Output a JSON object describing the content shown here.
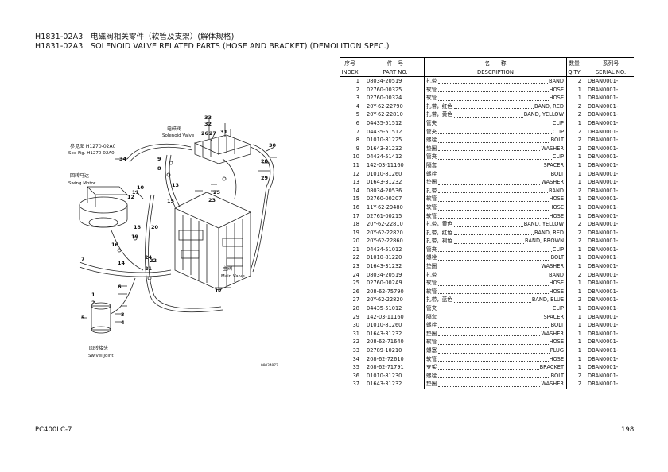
{
  "header": {
    "line1": "H1831-02A3　电磁阀相关零件（软管及支架）(解体规格)",
    "line2": "H1831-02A3　SOLENOID VALVE RELATED PARTS (HOSE AND BRACKET) (DEMOLITION SPEC.)"
  },
  "table": {
    "headers_cn": [
      "序号",
      "件　号",
      "名　　称",
      "数量",
      "系列号"
    ],
    "headers_en": [
      "INDEX",
      "PART NO.",
      "DESCRIPTION",
      "Q'TY",
      "SERIAL NO."
    ],
    "rows": [
      {
        "index": "1",
        "part": "08034-20519",
        "cn": "扎带",
        "en": "BAND",
        "qty": "2",
        "serial": "DBAN0001-"
      },
      {
        "index": "2",
        "part": "02760-00325",
        "cn": "软管",
        "en": "HOSE",
        "qty": "1",
        "serial": "DBAN0001-"
      },
      {
        "index": "3",
        "part": "02760-00324",
        "cn": "软管",
        "en": "HOSE",
        "qty": "1",
        "serial": "DBAN0001-"
      },
      {
        "index": "4",
        "part": "20Y-62-22790",
        "cn": "扎带，红色",
        "en": "BAND, RED",
        "qty": "2",
        "serial": "DBAN0001-"
      },
      {
        "index": "5",
        "part": "20Y-62-22810",
        "cn": "扎带，黄色",
        "en": "BAND, YELLOW",
        "qty": "2",
        "serial": "DBAN0001-"
      },
      {
        "index": "6",
        "part": "04435-51512",
        "cn": "管夹",
        "en": "CLIP",
        "qty": "1",
        "serial": "DBAN0001-"
      },
      {
        "index": "7",
        "part": "04435-51512",
        "cn": "管夹",
        "en": "CLIP",
        "qty": "2",
        "serial": "DBAN0001-"
      },
      {
        "index": "8",
        "part": "01010-81225",
        "cn": "螺栓",
        "en": "BOLT",
        "qty": "2",
        "serial": "DBAN0001-"
      },
      {
        "index": "9",
        "part": "01643-31232",
        "cn": "垫圈",
        "en": "WASHER",
        "qty": "2",
        "serial": "DBAN0001-"
      },
      {
        "index": "10",
        "part": "04434-51412",
        "cn": "管夹",
        "en": "CLIP",
        "qty": "1",
        "serial": "DBAN0001-"
      },
      {
        "index": "11",
        "part": "142-03-11160",
        "cn": "隔套",
        "en": "SPACER",
        "qty": "1",
        "serial": "DBAN0001-"
      },
      {
        "index": "12",
        "part": "01010-81260",
        "cn": "螺栓",
        "en": "BOLT",
        "qty": "1",
        "serial": "DBAN0001-"
      },
      {
        "index": "13",
        "part": "01643-31232",
        "cn": "垫圈",
        "en": "WASHER",
        "qty": "1",
        "serial": "DBAN0001-"
      },
      {
        "index": "14",
        "part": "08034-20536",
        "cn": "扎带",
        "en": "BAND",
        "qty": "2",
        "serial": "DBAN0001-"
      },
      {
        "index": "15",
        "part": "02760-00207",
        "cn": "软管",
        "en": "HOSE",
        "qty": "1",
        "serial": "DBAN0001-"
      },
      {
        "index": "16",
        "part": "11Y-62-29480",
        "cn": "软管",
        "en": "HOSE",
        "qty": "1",
        "serial": "DBAN0001-"
      },
      {
        "index": "17",
        "part": "02761-00215",
        "cn": "软管",
        "en": "HOSE",
        "qty": "1",
        "serial": "DBAN0001-"
      },
      {
        "index": "18",
        "part": "20Y-62-22810",
        "cn": "扎带，黄色",
        "en": "BAND, YELLOW",
        "qty": "2",
        "serial": "DBAN0001-"
      },
      {
        "index": "19",
        "part": "20Y-62-22820",
        "cn": "扎带，红色",
        "en": "BAND, RED",
        "qty": "2",
        "serial": "DBAN0001-"
      },
      {
        "index": "20",
        "part": "20Y-62-22860",
        "cn": "扎带，褐色",
        "en": "BAND, BROWN",
        "qty": "2",
        "serial": "DBAN0001-"
      },
      {
        "index": "21",
        "part": "04434-51012",
        "cn": "管夹",
        "en": "CLIP",
        "qty": "1",
        "serial": "DBAN0001-"
      },
      {
        "index": "22",
        "part": "01010-81220",
        "cn": "螺栓",
        "en": "BOLT",
        "qty": "1",
        "serial": "DBAN0001-"
      },
      {
        "index": "23",
        "part": "01643-31232",
        "cn": "垫圈",
        "en": "WASHER",
        "qty": "1",
        "serial": "DBAN0001-"
      },
      {
        "index": "24",
        "part": "08034-20519",
        "cn": "扎带",
        "en": "BAND",
        "qty": "2",
        "serial": "DBAN0001-"
      },
      {
        "index": "25",
        "part": "02760-002A9",
        "cn": "软管",
        "en": "HOSE",
        "qty": "1",
        "serial": "DBAN0001-"
      },
      {
        "index": "26",
        "part": "208-62-75790",
        "cn": "软管",
        "en": "HOSE",
        "qty": "1",
        "serial": "DBAN0001-"
      },
      {
        "index": "27",
        "part": "20Y-62-22820",
        "cn": "扎带，蓝色",
        "en": "BAND, BLUE",
        "qty": "2",
        "serial": "DBAN0001-"
      },
      {
        "index": "28",
        "part": "04435-51012",
        "cn": "管夹",
        "en": "CLIP",
        "qty": "1",
        "serial": "DBAN0001-"
      },
      {
        "index": "29",
        "part": "142-03-11160",
        "cn": "隔套",
        "en": "SPACER",
        "qty": "1",
        "serial": "DBAN0001-"
      },
      {
        "index": "30",
        "part": "01010-81260",
        "cn": "螺栓",
        "en": "BOLT",
        "qty": "1",
        "serial": "DBAN0001-"
      },
      {
        "index": "31",
        "part": "01643-31232",
        "cn": "垫圈",
        "en": "WASHER",
        "qty": "1",
        "serial": "DBAN0001-"
      },
      {
        "index": "32",
        "part": "208-62-71640",
        "cn": "软管",
        "en": "HOSE",
        "qty": "1",
        "serial": "DBAN0001-"
      },
      {
        "index": "33",
        "part": "02789-10210",
        "cn": "螺塞",
        "en": "PLUG",
        "qty": "1",
        "serial": "DBAN0001-"
      },
      {
        "index": "34",
        "part": "208-62-72610",
        "cn": "软管",
        "en": "HOSE",
        "qty": "1",
        "serial": "DBAN0001-"
      },
      {
        "index": "35",
        "part": "208-62-71791",
        "cn": "支架",
        "en": "BRACKET",
        "qty": "1",
        "serial": "DBAN0001-"
      },
      {
        "index": "36",
        "part": "01010-81230",
        "cn": "螺栓",
        "en": "BOLT",
        "qty": "2",
        "serial": "DBAN0001-"
      },
      {
        "index": "37",
        "part": "01643-31232",
        "cn": "垫圈",
        "en": "WASHER",
        "qty": "2",
        "serial": "DBAN0001-"
      }
    ]
  },
  "diagram": {
    "solenoid_cn": "电磁阀",
    "solenoid_en": "Solenoid Valve",
    "ref_cn": "参见图 H1270-02A0",
    "ref_en": "See Fig. H1270-02A0",
    "swing_cn": "回转马达",
    "swing_en": "Swing Motor",
    "main_cn": "主阀",
    "main_en": "Main Valve",
    "swivel_cn": "回转接头",
    "swivel_en": "Swivel Joint",
    "callouts": [
      "33",
      "32",
      "31",
      "26",
      "27",
      "28",
      "30",
      "29",
      "34",
      "9",
      "8",
      "25",
      "23",
      "10",
      "11",
      "12",
      "17",
      "18",
      "19",
      "20",
      "21",
      "22",
      "24",
      "16",
      "15",
      "13",
      "14",
      "7",
      "6",
      "1",
      "2",
      "3",
      "5",
      "4"
    ],
    "fig_code": "00034072"
  },
  "footer": {
    "model": "PC400LC-7",
    "page": "198"
  }
}
